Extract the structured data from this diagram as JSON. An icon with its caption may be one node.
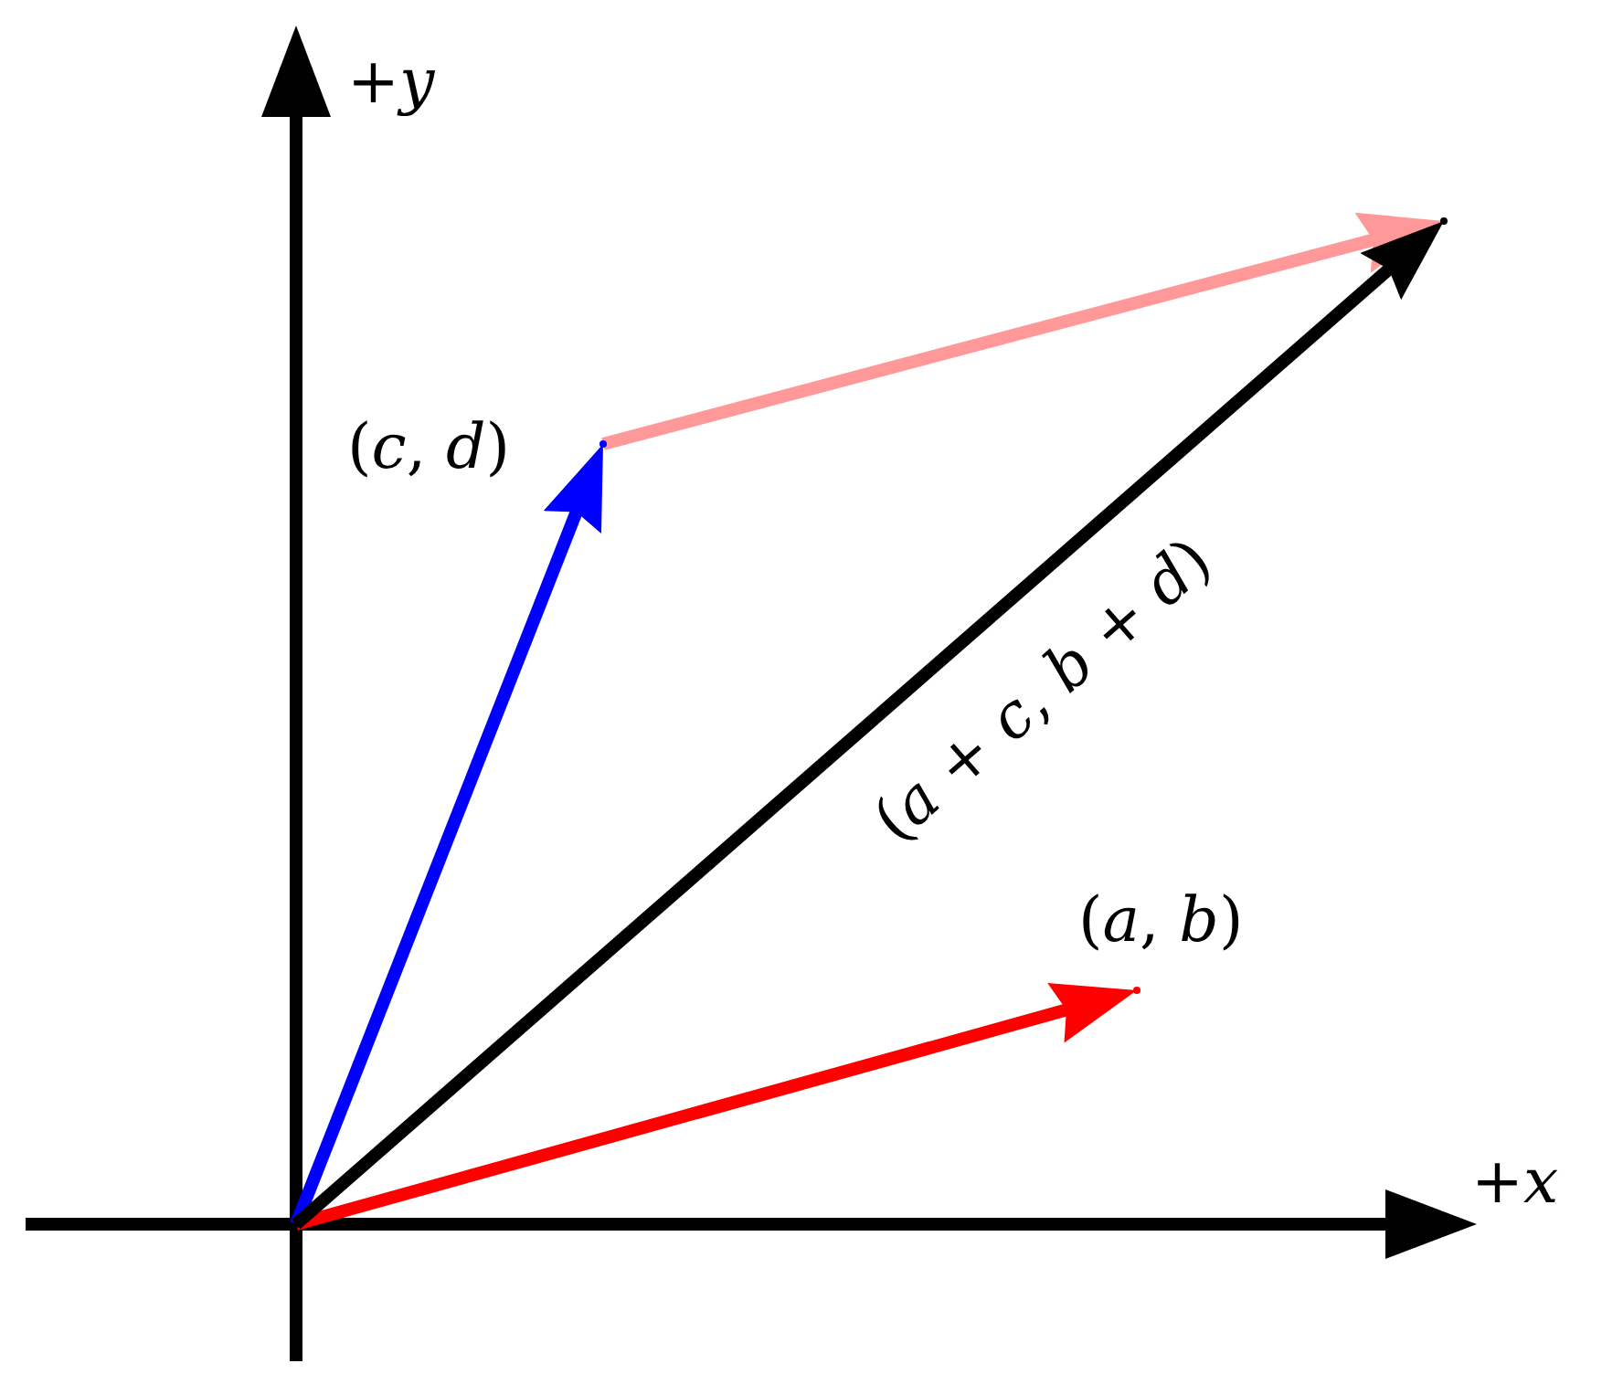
{
  "diagram": {
    "nodes": [
      {
        "text": [],
        "shape": "point"
      },
      {
        "text": [],
        "shape": "point",
        "beside": [
          "(*a*, *b*)"
        ]
      },
      {
        "text": [],
        "shape": "point",
        "beside": [
          "(*c*, *d*)"
        ]
      },
      {
        "text": [],
        "shape": "point"
      }
    ],
    "edges": [
      {
        "from": 0,
        "to": 1,
        "arrow": "to",
        "color": "#ff0000"
      },
      {
        "from": 0,
        "to": 2,
        "arrow": "to",
        "color": "#0000ff"
      },
      {
        "from": 2,
        "to": 3,
        "arrow": "to",
        "color": "#ff9999"
      },
      {
        "from": 0,
        "to": 3,
        "arrow": "to",
        "color": "#000000"
      }
    ],
    "labels": [
      "(*a* + *c*, *b* + *d*)",
      "+*x*",
      "+*y*"
    ]
  }
}
